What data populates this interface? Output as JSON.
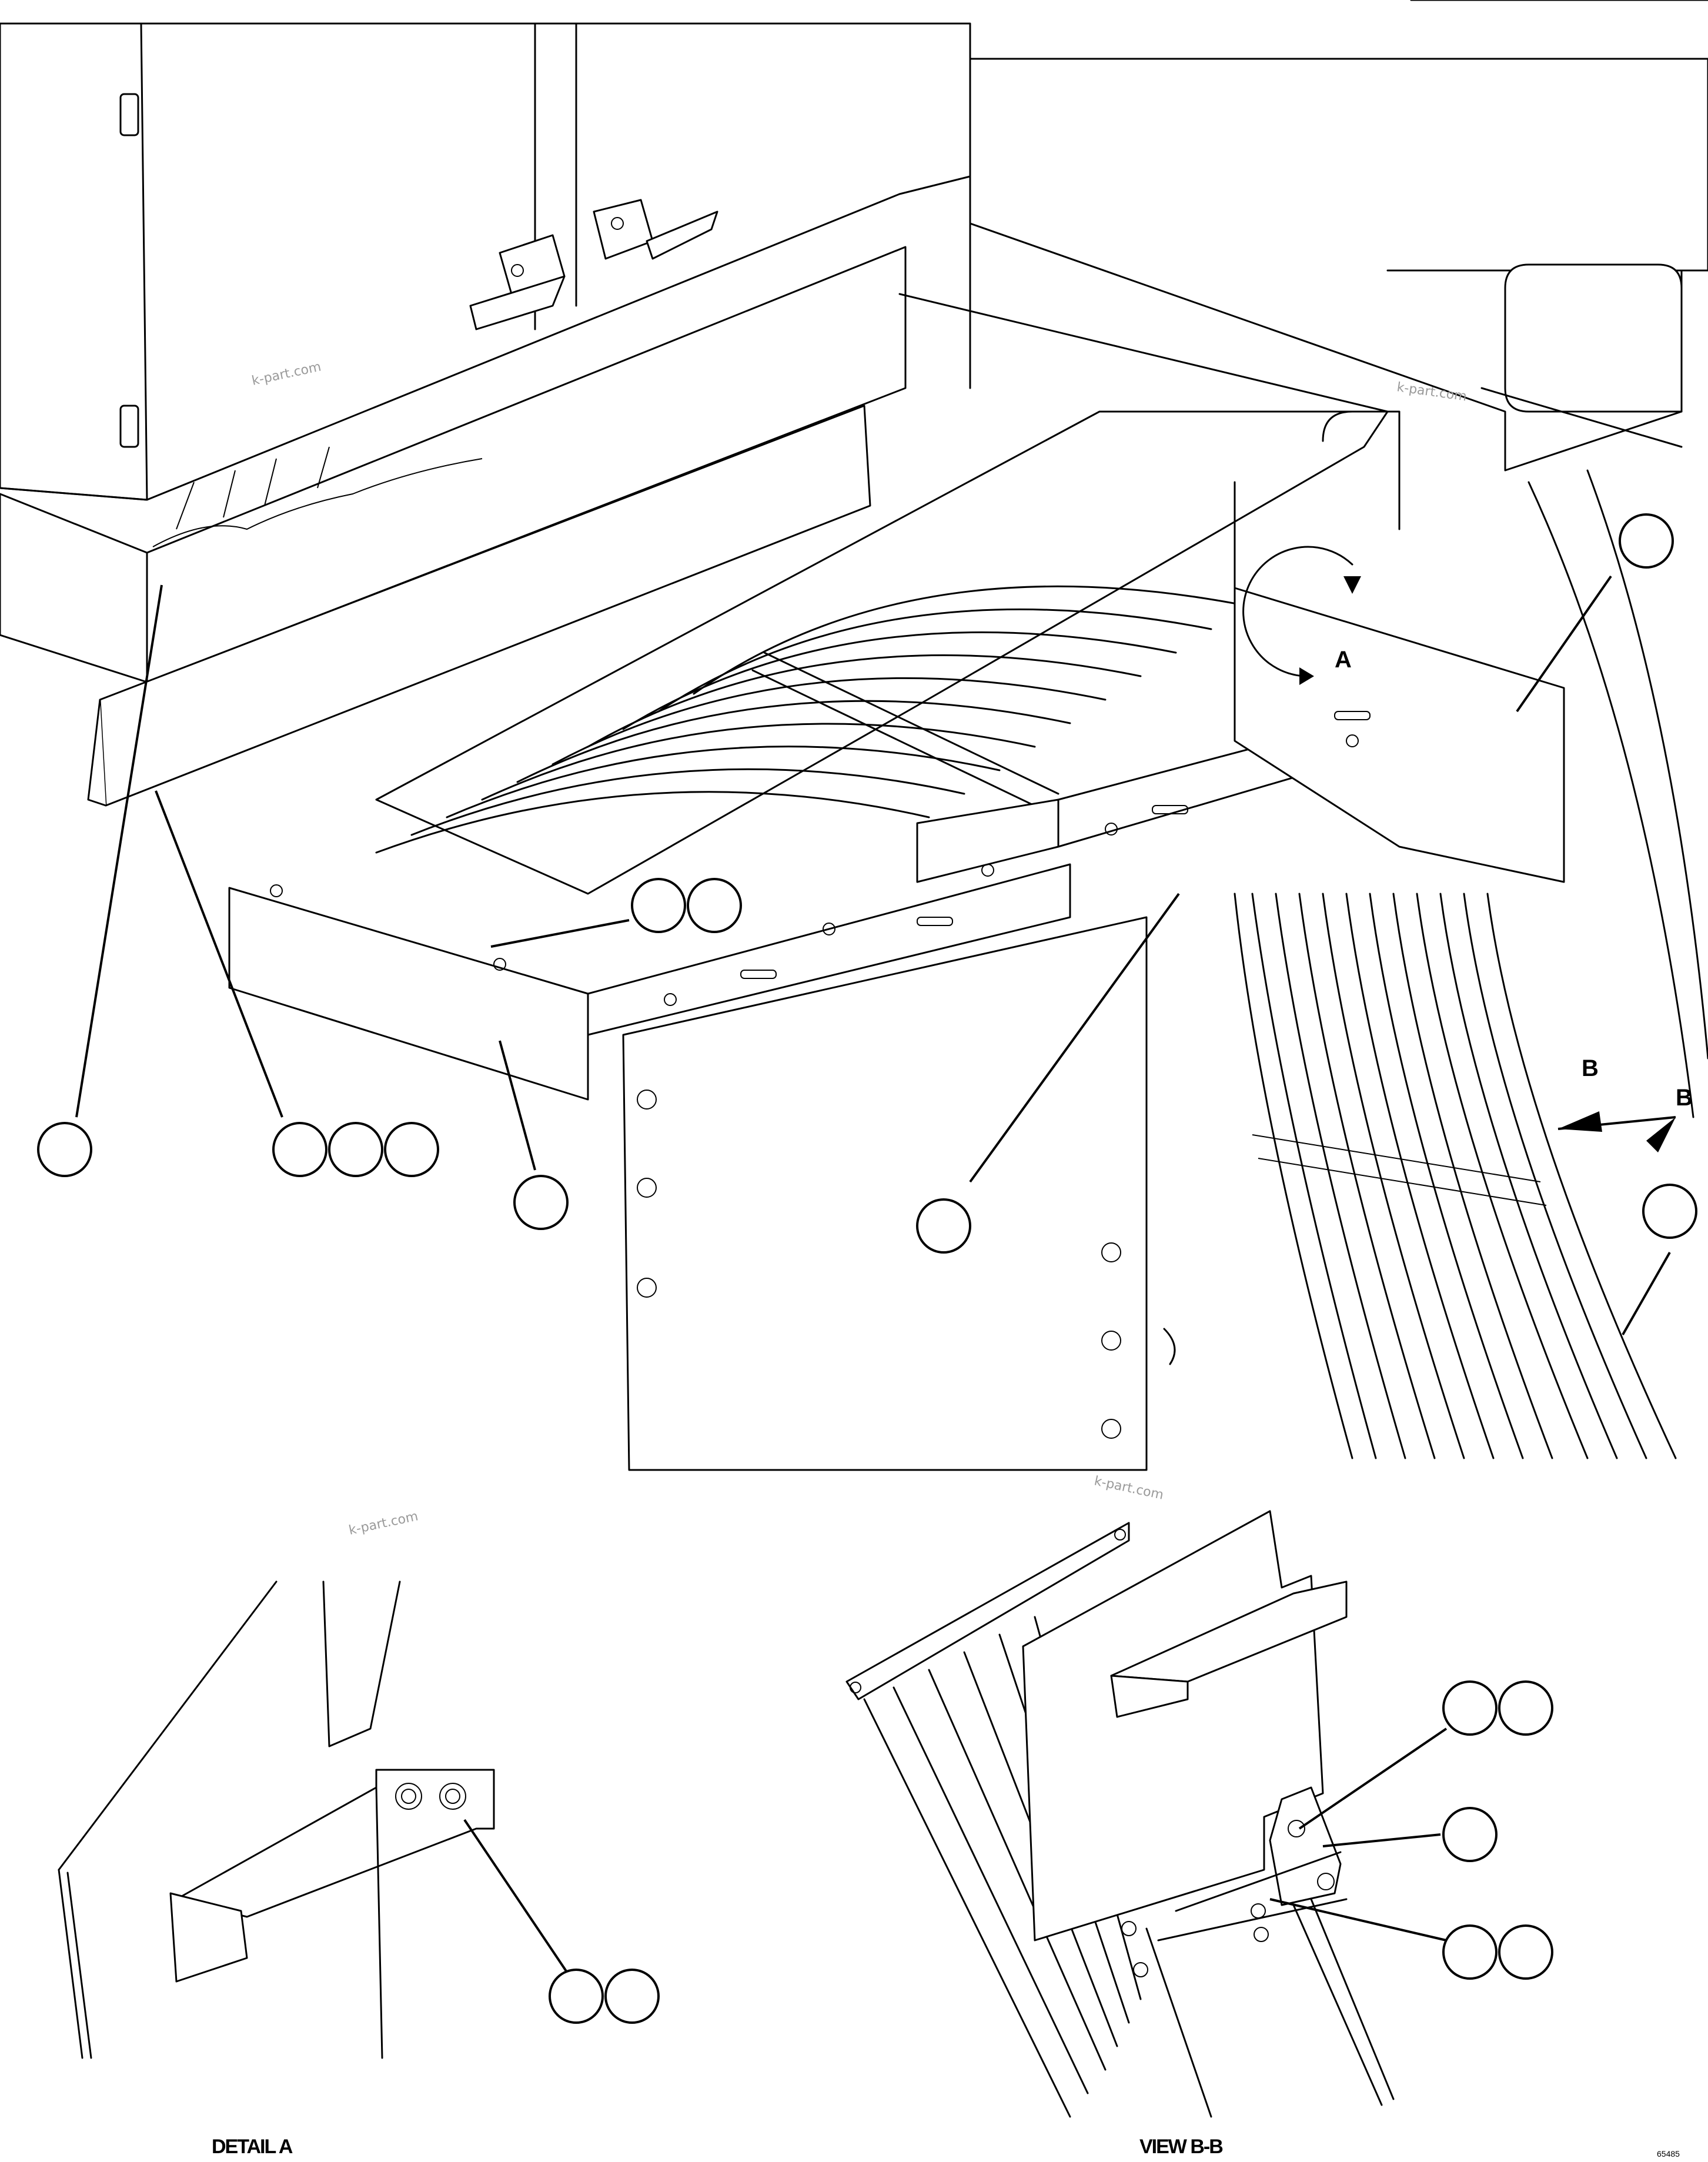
{
  "watermarks": [
    "k-part.com",
    "k-part.com",
    "k-part.com",
    "k-part.com"
  ],
  "view_markers": {
    "detail_a": "A",
    "section_b1": "B",
    "section_b2": "B"
  },
  "captions": {
    "detail_a": "DETAIL A",
    "view_bb": "VIEW B-B"
  },
  "figure_number": "65485"
}
